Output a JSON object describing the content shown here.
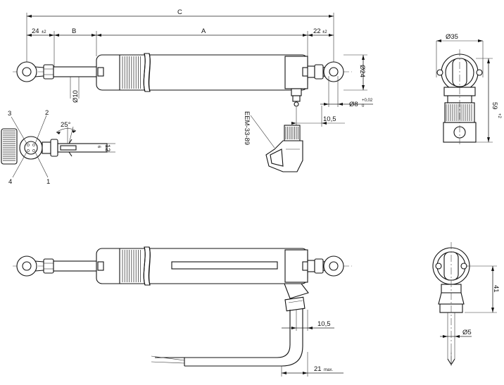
{
  "dimensions": {
    "overall_length": "C",
    "eye_length": "24",
    "eye_tol": "±2",
    "stroke_free": "B",
    "body_length": "A",
    "rear_length": "22",
    "rear_tol": "±2",
    "rod_diameter": "Ø10",
    "body_diameter": "Ø24",
    "eye_bore": "Ø8",
    "eye_bore_tol_upper": "+0,02",
    "eye_bore_tol_lower": "0",
    "connector_offset": "10,5",
    "side_diameter": "Ø35",
    "side_height": "59",
    "side_height_tol": "+2",
    "pin_angle": "25°",
    "pin_width": "12",
    "pin_slot": "6",
    "cable_offset": "10,5",
    "cable_bend": "21",
    "cable_bend_note": "max.",
    "cable_side_height": "41",
    "cable_diameter": "Ø5"
  },
  "pins": {
    "p1": "1",
    "p2": "2",
    "p3": "3",
    "p4": "4"
  },
  "connector_label": "EEM-33-89"
}
